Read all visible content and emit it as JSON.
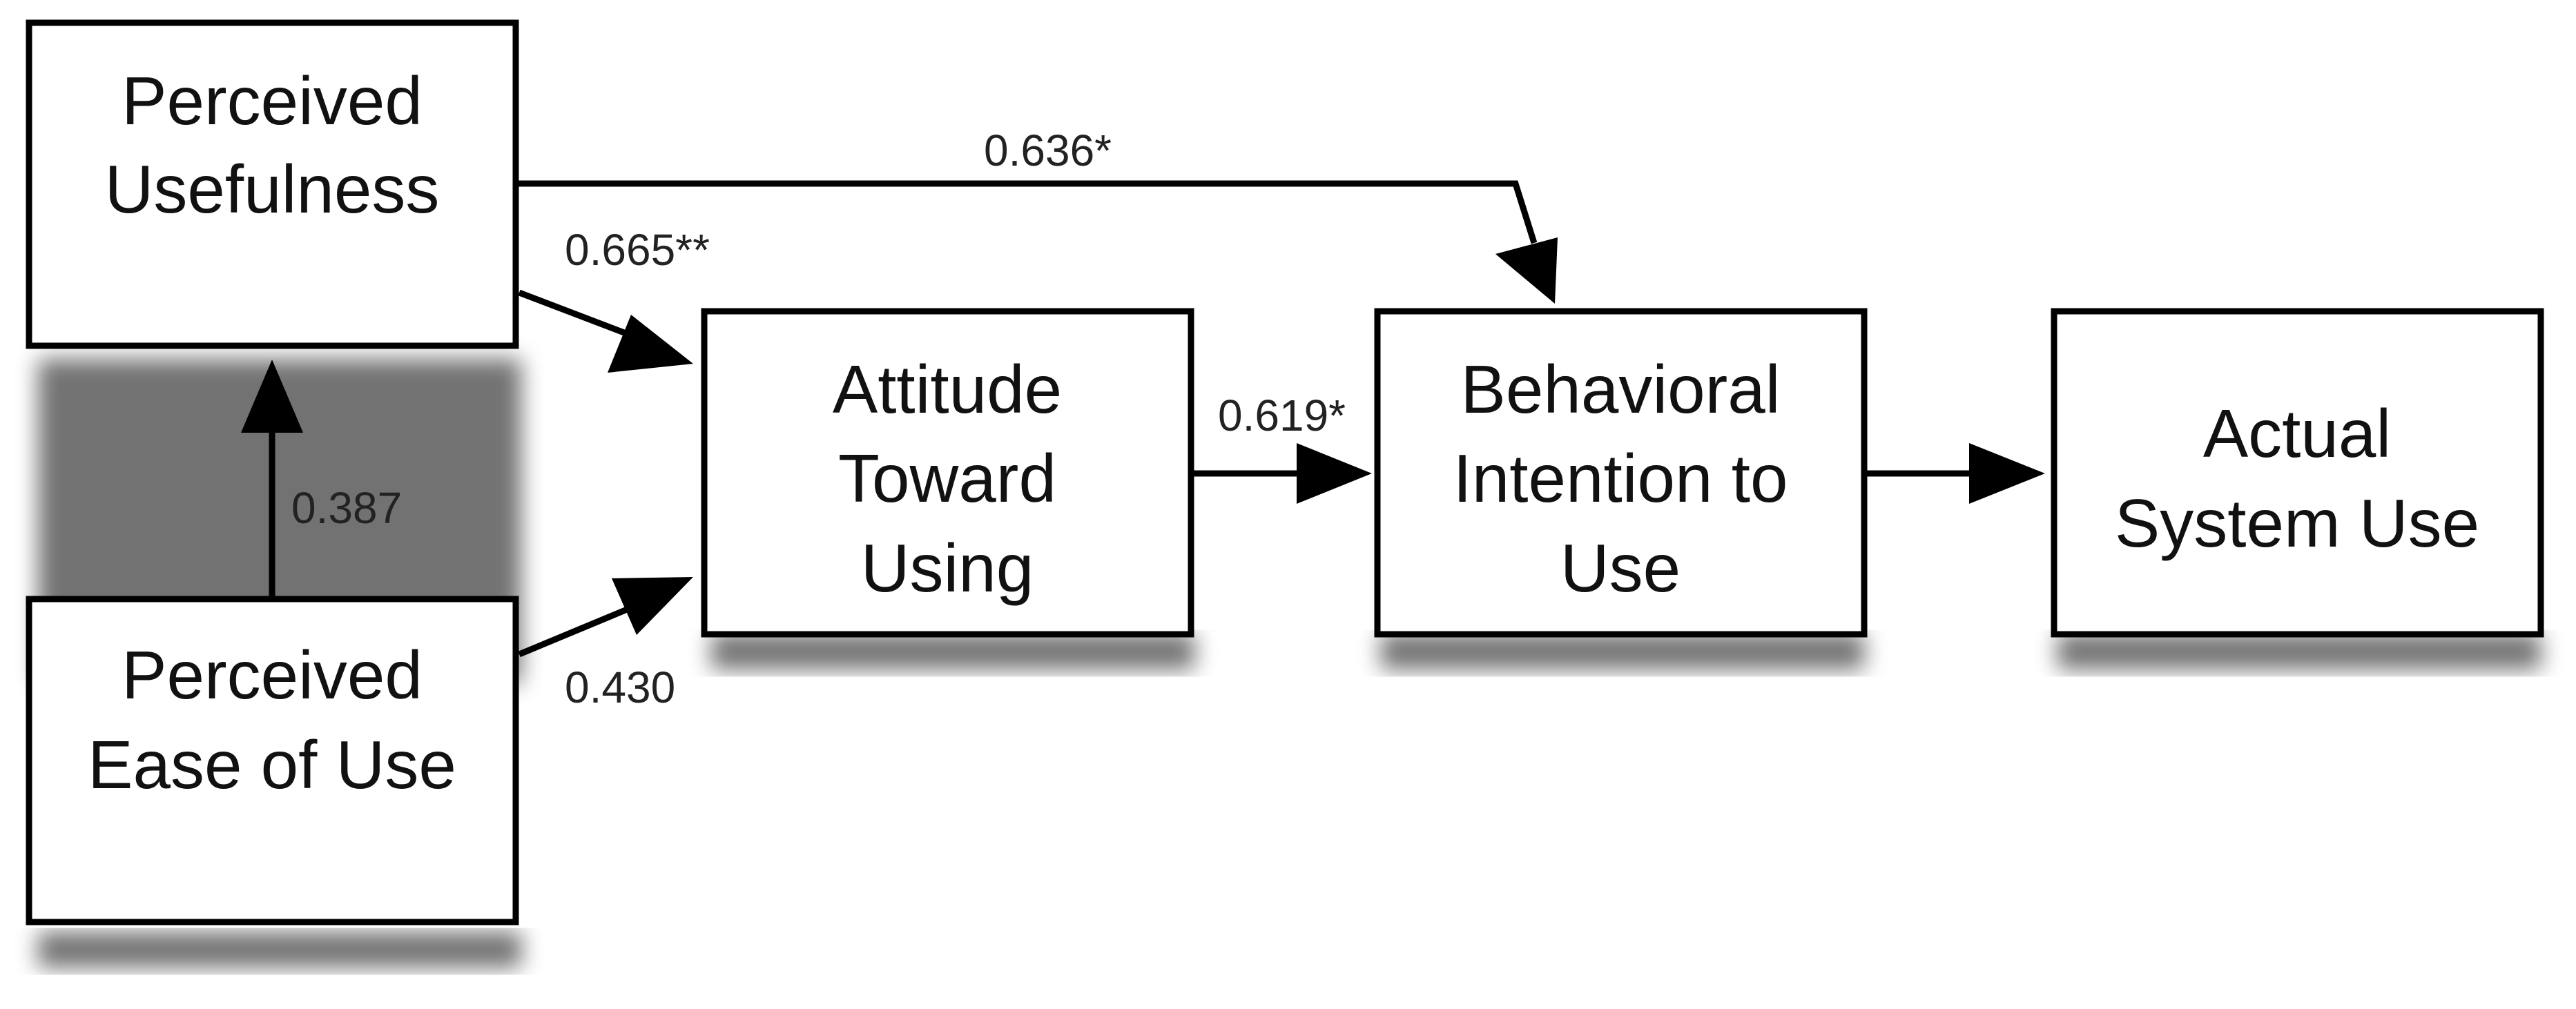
{
  "nodes": {
    "perceived_usefulness": [
      "Perceived",
      "Usefulness"
    ],
    "perceived_ease_of_use": [
      "Perceived",
      "Ease of Use"
    ],
    "attitude_toward_using": [
      "Attitude",
      "Toward",
      "Using"
    ],
    "behavioral_intention": [
      "Behavioral",
      "Intention to",
      "Use"
    ],
    "actual_system_use": [
      "Actual",
      "System Use"
    ]
  },
  "edges": {
    "pu_to_bi": "0.636*",
    "pu_to_attitude": "0.665**",
    "peou_to_pu": "0.387",
    "peou_to_attitude": "0.430",
    "attitude_to_bi": "0.619*"
  }
}
